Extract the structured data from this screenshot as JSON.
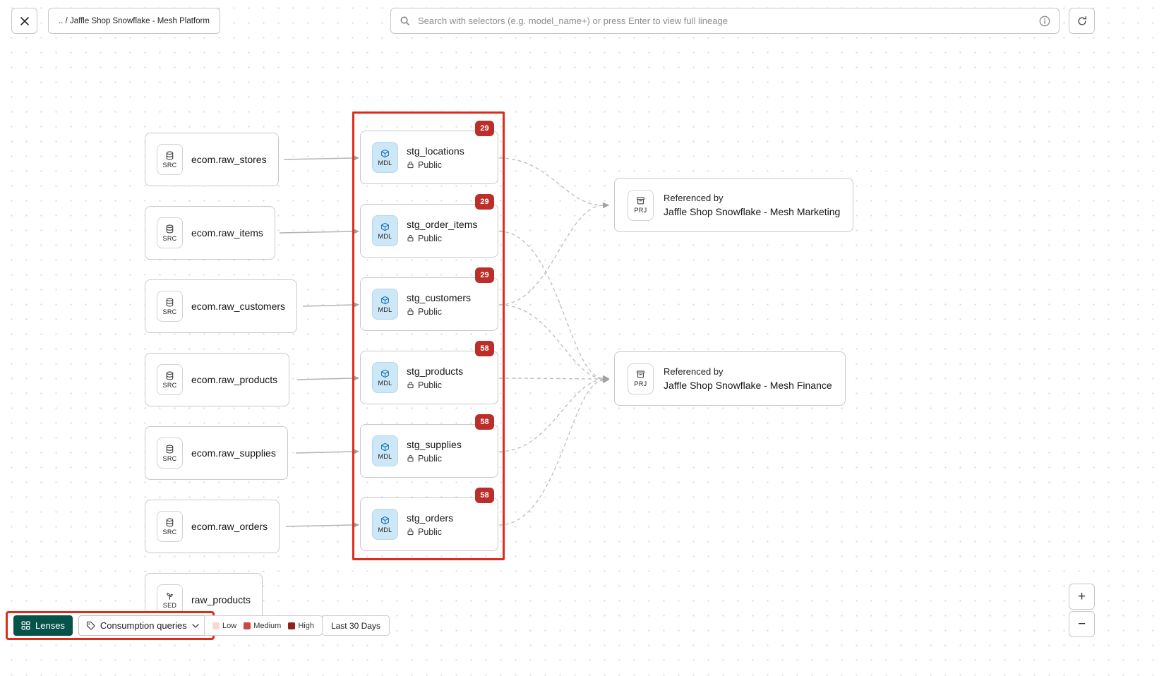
{
  "colors": {
    "highlight_red": "#dd2b1c",
    "badge_red": "#bb2e29",
    "lenses_teal": "#065449",
    "model_tile_blue": "#cde7f7"
  },
  "topbar": {
    "breadcrumb": ".. /  Jaffle Shop Snowflake - Mesh Platform",
    "search": {
      "placeholder": "Search with selectors (e.g. model_name+) or press Enter to view full lineage"
    }
  },
  "canvas": {
    "sources": [
      {
        "tile": "SRC",
        "label": "ecom.raw_stores"
      },
      {
        "tile": "SRC",
        "label": "ecom.raw_items"
      },
      {
        "tile": "SRC",
        "label": "ecom.raw_customers"
      },
      {
        "tile": "SRC",
        "label": "ecom.raw_products"
      },
      {
        "tile": "SRC",
        "label": "ecom.raw_supplies"
      },
      {
        "tile": "SRC",
        "label": "ecom.raw_orders"
      }
    ],
    "seed": {
      "tile": "SED",
      "label": "raw_products"
    },
    "models": [
      {
        "tile": "MDL",
        "label": "stg_locations",
        "access": "Public",
        "badge": "29"
      },
      {
        "tile": "MDL",
        "label": "stg_order_items",
        "access": "Public",
        "badge": "29"
      },
      {
        "tile": "MDL",
        "label": "stg_customers",
        "access": "Public",
        "badge": "29"
      },
      {
        "tile": "MDL",
        "label": "stg_products",
        "access": "Public",
        "badge": "58"
      },
      {
        "tile": "MDL",
        "label": "stg_supplies",
        "access": "Public",
        "badge": "58"
      },
      {
        "tile": "MDL",
        "label": "stg_orders",
        "access": "Public",
        "badge": "58"
      }
    ],
    "projects": [
      {
        "tile": "PRJ",
        "title": "Referenced by",
        "label": "Jaffle Shop Snowflake - Mesh Marketing"
      },
      {
        "tile": "PRJ",
        "title": "Referenced by",
        "label": "Jaffle Shop Snowflake - Mesh Finance"
      }
    ]
  },
  "footer": {
    "lenses_label": "Lenses",
    "lens_selected": "Consumption queries",
    "legend": [
      {
        "label": "Low",
        "color": "#f6d8d4"
      },
      {
        "label": "Medium",
        "color": "#cb4742"
      },
      {
        "label": "High",
        "color": "#8f211d"
      }
    ],
    "range_label": "Last 30 Days"
  },
  "zoom": {
    "in": "+",
    "out": "−"
  }
}
